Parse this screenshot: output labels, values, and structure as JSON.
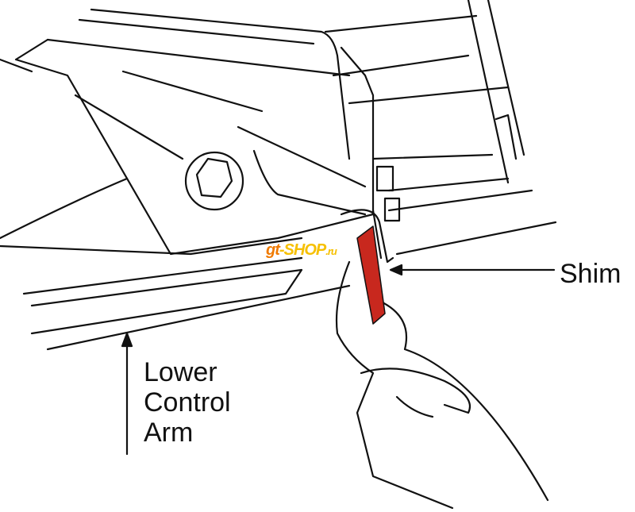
{
  "labels": {
    "shim": "Shim",
    "lower_control_arm": [
      "Lower",
      "Control",
      "Arm"
    ]
  },
  "watermark": {
    "prefix": "gt",
    "main": "-SHOP",
    "suffix": ".ru"
  },
  "colors": {
    "shim": "#c8281e",
    "line": "#111111",
    "watermark_orange": "#f07a00",
    "watermark_yellow": "#f6c000"
  }
}
